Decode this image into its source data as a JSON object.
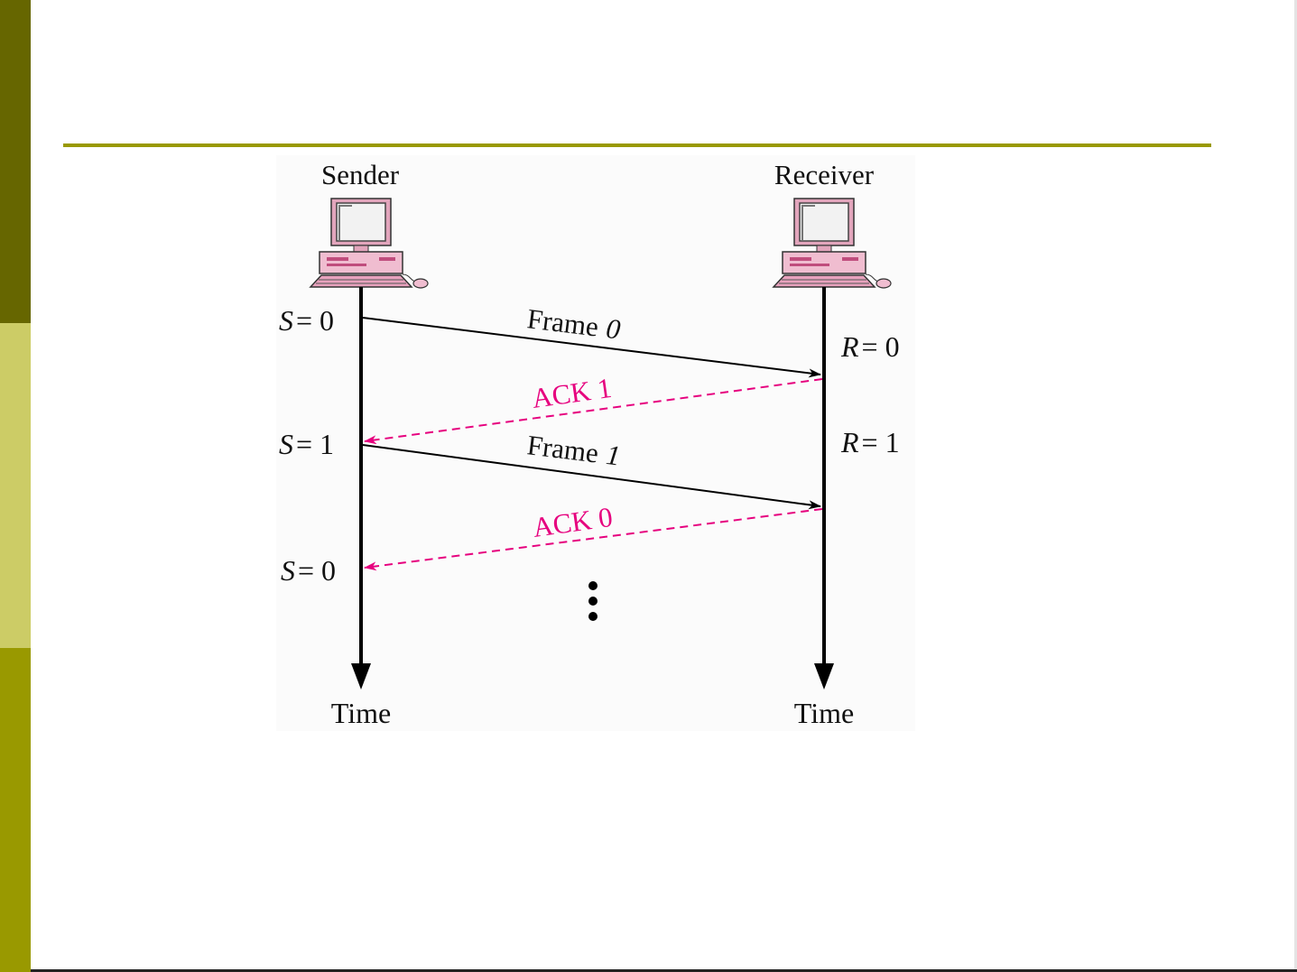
{
  "slide": {
    "colors": {
      "band_top": "#666600",
      "band_middle": "#cccc66",
      "band_bottom": "#999900",
      "rule": "#999900",
      "ack": "#e6007e",
      "frame": "#000000"
    }
  },
  "diagram": {
    "sender": {
      "label": "Sender",
      "icon": "computer-icon",
      "time_label": "Time",
      "states": [
        {
          "var": "S",
          "eq": "= 0"
        },
        {
          "var": "S",
          "eq": "= 1"
        },
        {
          "var": "S",
          "eq": "= 0"
        }
      ]
    },
    "receiver": {
      "label": "Receiver",
      "icon": "computer-icon",
      "time_label": "Time",
      "states": [
        {
          "var": "R",
          "eq": "= 0"
        },
        {
          "var": "R",
          "eq": "= 1"
        }
      ]
    },
    "messages": [
      {
        "type": "frame",
        "word": "Frame",
        "num": "0"
      },
      {
        "type": "ack",
        "label": "ACK 1"
      },
      {
        "type": "frame",
        "word": "Frame",
        "num": "1"
      },
      {
        "type": "ack",
        "label": "ACK 0"
      }
    ],
    "continuation": "vertical-ellipsis"
  }
}
